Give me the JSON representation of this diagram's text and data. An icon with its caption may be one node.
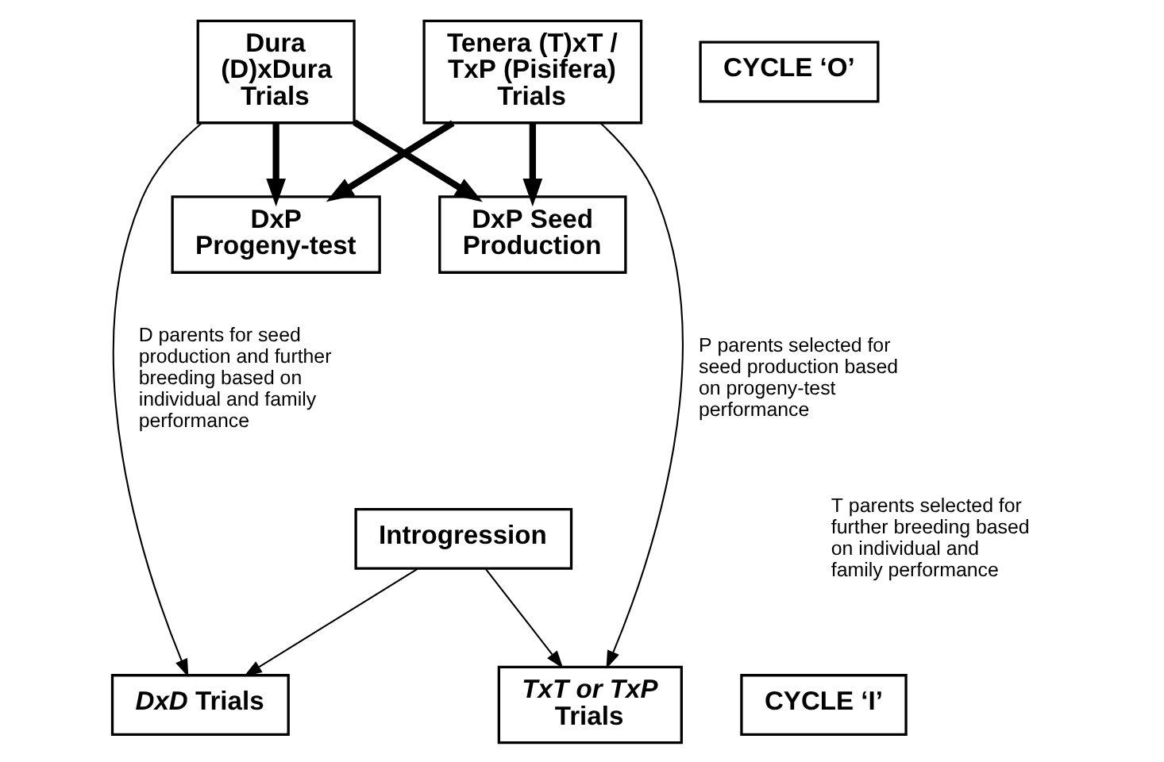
{
  "diagram": {
    "nodes": [
      {
        "text": [
          "Dura (D)xDura Trials"
        ]
      },
      {
        "text": [
          "CYCLE ‘O’"
        ]
      },
      {
        "text": [
          "Tenera (T)xT / TxP (Pisifera) Trials"
        ]
      },
      {
        "text": [
          "DxP Progeny-test"
        ]
      },
      {
        "text": [
          "DxP Seed Production"
        ]
      },
      {
        "text": [
          "Introgression"
        ]
      },
      {
        "text": [
          "*DxD* Trials"
        ]
      },
      {
        "text": [
          "CYCLE ‘I’"
        ]
      },
      {
        "text": [
          "*TxT or TxP* Trials"
        ]
      }
    ],
    "edges": [
      {
        "from": 0,
        "to": 3,
        "arrow": "to",
        "style": "thick"
      },
      {
        "from": 0,
        "to": 4,
        "arrow": "to",
        "style": "thick"
      },
      {
        "from": 2,
        "to": 3,
        "arrow": "to",
        "style": "thick"
      },
      {
        "from": 2,
        "to": 4,
        "arrow": "to",
        "style": "thick"
      },
      {
        "from": 0,
        "to": 6,
        "arrow": "to",
        "label": "D parents for seed production and further breeding based on individual and family performance"
      },
      {
        "from": 2,
        "to": 8,
        "arrow": "to",
        "label": "P parents selected for seed production based on progeny-test performance"
      },
      {
        "from": 5,
        "to": 6,
        "arrow": "to"
      },
      {
        "from": 5,
        "to": 8,
        "arrow": "to"
      }
    ],
    "labels": [
      "T parents selected for further breeding based on individual and family performance"
    ]
  }
}
